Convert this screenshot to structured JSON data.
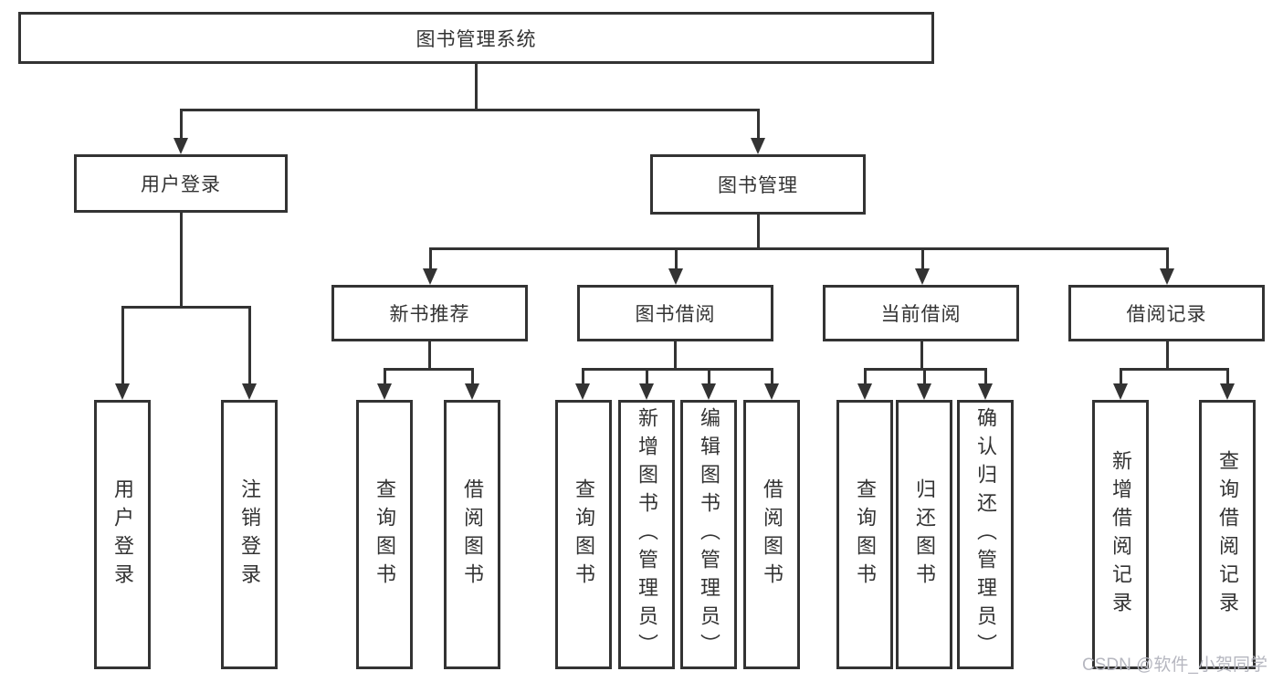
{
  "diagram": {
    "root": "图书管理系统",
    "user_login": {
      "label": "用户登录",
      "children": [
        "用户登录",
        "注销登录"
      ]
    },
    "book_mgmt": {
      "label": "图书管理",
      "sections": [
        {
          "label": "新书推荐",
          "children": [
            "查询图书",
            "借阅图书"
          ]
        },
        {
          "label": "图书借阅",
          "children": [
            "查询图书",
            "新增图书（管理员）",
            "编辑图书（管理员）",
            "借阅图书"
          ]
        },
        {
          "label": "当前借阅",
          "children": [
            "查询图书",
            "归还图书",
            "确认归还（管理员）"
          ]
        },
        {
          "label": "借阅记录",
          "children": [
            "新增借阅记录",
            "查询借阅记录"
          ]
        }
      ]
    }
  },
  "watermark": "CSDN @软件_小贺同学",
  "colors": {
    "line": "#333333",
    "text": "#333333",
    "watermark": "#b6b7c0",
    "background": "#ffffff"
  }
}
